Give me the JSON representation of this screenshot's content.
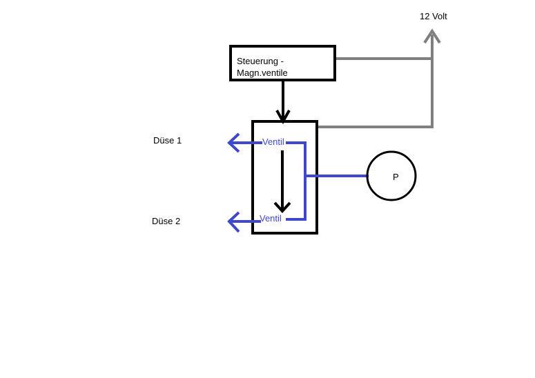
{
  "labels": {
    "voltage": "12 Volt",
    "control_line1": "Steuerung -",
    "control_line2": "Magn.ventile",
    "nozzle1": "Düse 1",
    "nozzle2": "Düse 2",
    "valve1": "Ventil",
    "valve2": "Ventil",
    "pump": "P"
  },
  "colors": {
    "black": "#000000",
    "gray": "#7f7f7f",
    "blue": "#3f48cc"
  }
}
